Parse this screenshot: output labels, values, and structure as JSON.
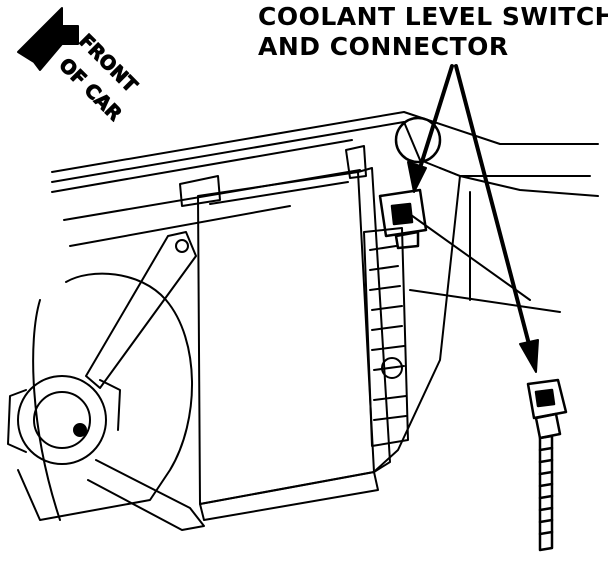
{
  "callout": {
    "line1": "COOLANT LEVEL SWITCH",
    "line2": "AND CONNECTOR"
  },
  "orientation": {
    "line1": "FRONT",
    "line2": "OF CAR",
    "icon": "arrow-up-left"
  },
  "colors": {
    "ink": "#000000",
    "paper": "#ffffff"
  }
}
